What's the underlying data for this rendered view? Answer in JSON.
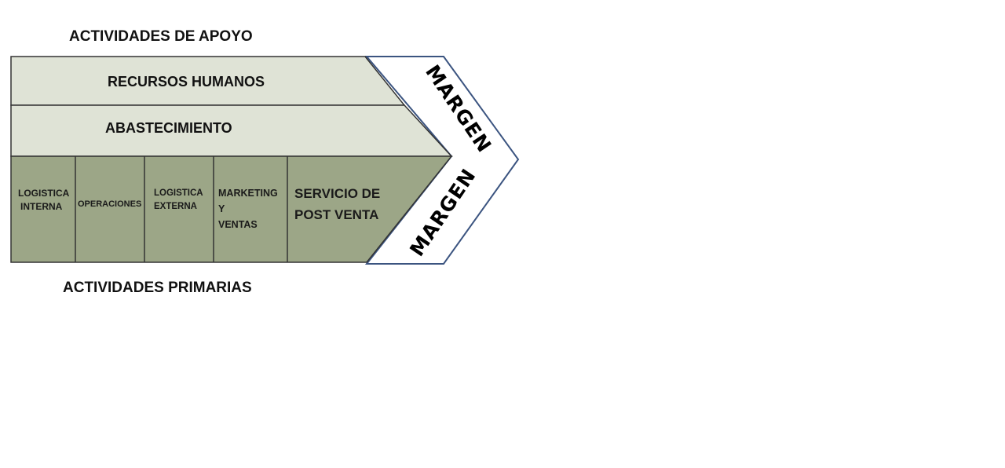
{
  "titles": {
    "support": "ACTIVIDADES DE APOYO",
    "primary": "ACTIVIDADES PRIMARIAS"
  },
  "support_activities": [
    "RECURSOS HUMANOS",
    "ABASTECIMIENTO"
  ],
  "primary_activities": [
    {
      "line1": "LOGISTICA",
      "line2": "INTERNA"
    },
    {
      "line1": "OPERACIONES"
    },
    {
      "line1": "LOGISTICA",
      "line2": "EXTERNA"
    },
    {
      "line1": "MARKETING",
      "line2": "Y",
      "line3": "VENTAS"
    },
    {
      "line1": "SERVICIO DE",
      "line2": "POST VENTA"
    }
  ],
  "margin_labels": [
    "MARGEN",
    "MARGEN"
  ],
  "colors": {
    "support_fill": "#dfe3d6",
    "primary_fill": "#9ca687",
    "margin_outline": "#3b5480"
  }
}
